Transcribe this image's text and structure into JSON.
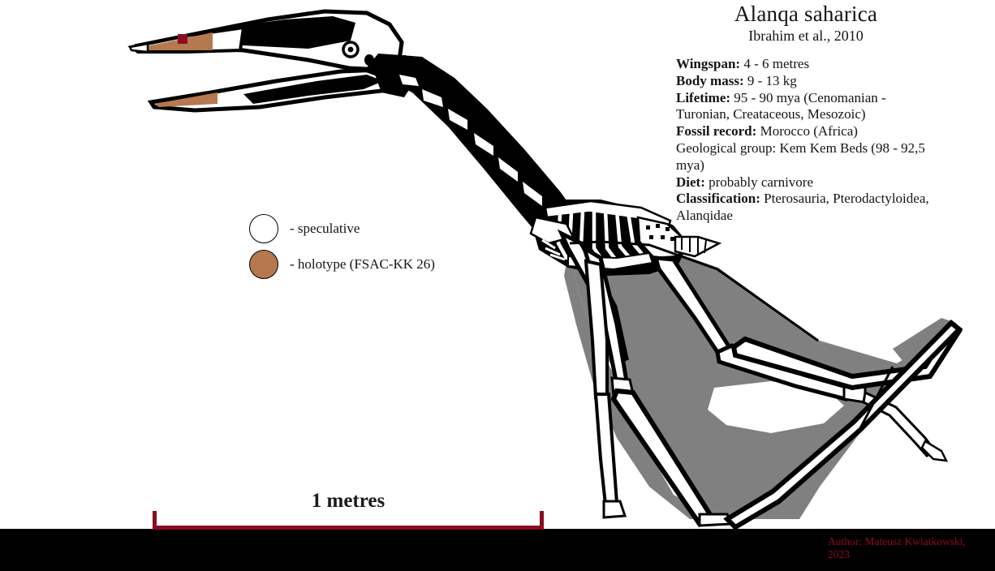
{
  "image": {
    "background_color": "#ffffff",
    "ground_color": "#000000",
    "bone_fill": "#ffffff",
    "bone_outline": "#000000",
    "membrane_color": "#808080",
    "holotype_color": "#b5784f",
    "accent_red": "#8b0c21"
  },
  "info": {
    "binomial": "Alanqa saharica",
    "citation": "Ibrahim et al., 2010",
    "facts": [
      {
        "key": "Wingspan",
        "sep": ": ",
        "value": "4 - 6 metres"
      },
      {
        "key": "Body mass",
        "sep": ": ",
        "value": "9 - 13 kg"
      },
      {
        "key": "Lifetime",
        "sep": ": ",
        "value": "95 - 90 mya (Cenomanian - Turonian, Creataceous, Mesozoic)"
      },
      {
        "key": "Fossil record",
        "sep": ": ",
        "value": "Morocco (Africa)"
      },
      {
        "key": "",
        "sep": "",
        "value": "Geological group: Kem Kem Beds (98 - 92,5 mya)"
      },
      {
        "key": "Diet",
        "sep": ": ",
        "value": "probably carnivore"
      },
      {
        "key": "Classification",
        "sep": ": ",
        "value": "Pterosauria, Pterodactyloidea, Alanqidae"
      }
    ]
  },
  "legend": {
    "items": [
      {
        "swatch_color": "#ffffff",
        "label": "- speculative",
        "icon": "circle-outline-icon"
      },
      {
        "swatch_color": "#b5784f",
        "label": "- holotype (FSAC-KK 26)",
        "icon": "circle-filled-icon"
      }
    ]
  },
  "scale": {
    "label": "1 metres",
    "color": "#8b0c21"
  },
  "credit": {
    "line1": "Author: Mateusz Kwiatkowski,",
    "line2": "2023"
  }
}
